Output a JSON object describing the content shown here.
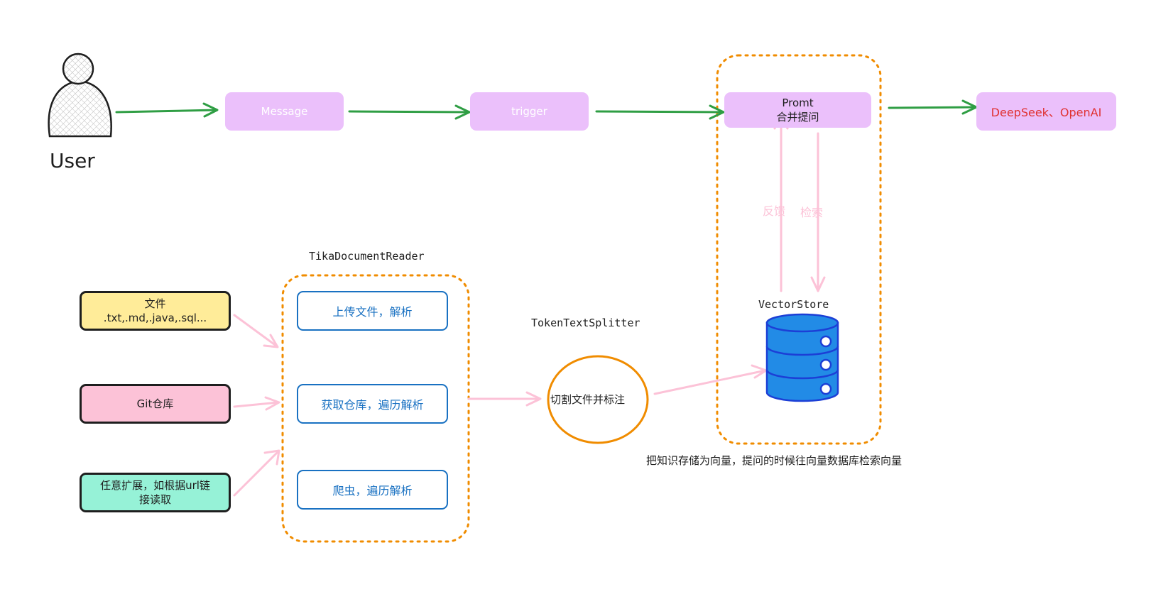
{
  "user": {
    "label": "User"
  },
  "flow": {
    "message": "Message",
    "trigger": "trigger",
    "prompt_title": "Promt",
    "prompt_sub": "合并提问",
    "llm": "DeepSeek、OpenAI"
  },
  "vector": {
    "feedback": "反馈",
    "retrieve": "检索",
    "store_label": "VectorStore",
    "caption": "把知识存储为向量，提问的时候往向量数据库检索向量"
  },
  "sources": {
    "file_title": "文件",
    "file_types": ".txt,.md,.java,.sql...",
    "git": "Git仓库",
    "ext_line1": "任意扩展，如根据url链",
    "ext_line2": "接读取"
  },
  "reader": {
    "title": "TikaDocumentReader",
    "upload": "上传文件，解析",
    "repo": "获取仓库，遍历解析",
    "crawler": "爬虫，遍历解析"
  },
  "splitter": {
    "title": "TokenTextSplitter",
    "action": "切割文件并标注"
  },
  "colors": {
    "green_arrow": "#2f9e44",
    "pink_arrow": "#fcc2d7",
    "orange_dash": "#f08c00",
    "purple_box": "#ebc0fb",
    "blue": "#1971c2",
    "db_fill": "#228be6",
    "db_stroke": "#1c3fd6",
    "red_text": "#e03131"
  }
}
